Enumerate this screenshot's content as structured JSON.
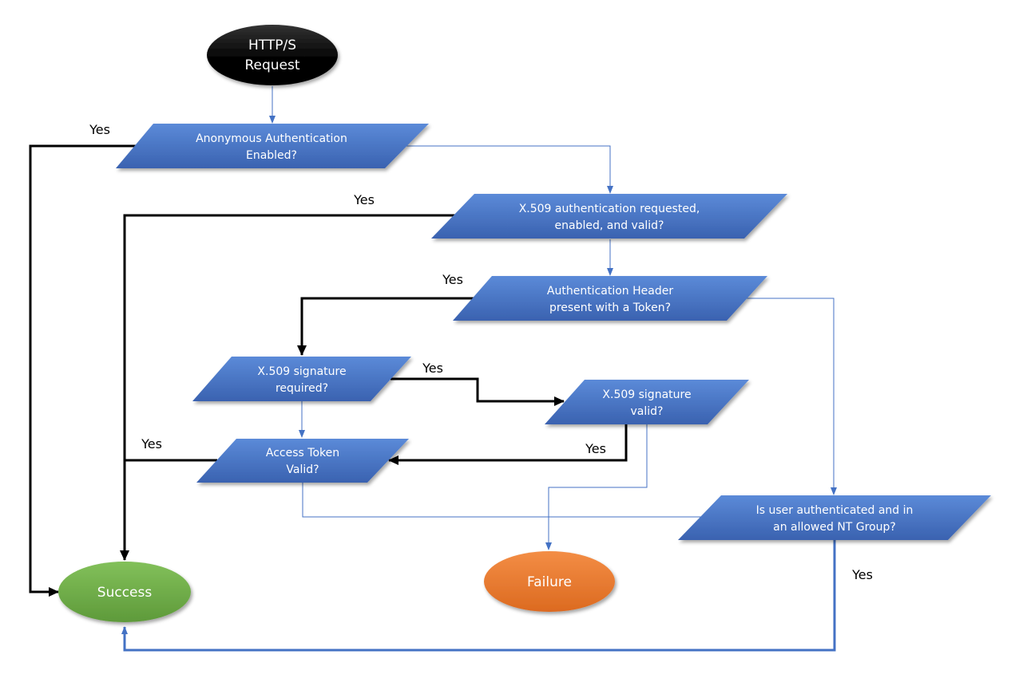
{
  "nodes": {
    "http_request": {
      "lines": [
        "HTTP/S",
        "Request"
      ]
    },
    "anon_auth": {
      "lines": [
        "Anonymous Authentication",
        "Enabled?"
      ]
    },
    "x509_auth": {
      "lines": [
        "X.509 authentication requested,",
        "enabled, and valid?"
      ]
    },
    "auth_header": {
      "lines": [
        "Authentication Header",
        "present with a Token?"
      ]
    },
    "x509_sig_required": {
      "lines": [
        "X.509 signature",
        "required?"
      ]
    },
    "x509_sig_valid": {
      "lines": [
        "X.509 signature",
        "valid?"
      ]
    },
    "access_token": {
      "lines": [
        "Access Token",
        "Valid?"
      ]
    },
    "nt_group": {
      "lines": [
        "Is user authenticated and in",
        "an allowed NT Group?"
      ]
    },
    "success": {
      "lines": [
        "Success"
      ]
    },
    "failure": {
      "lines": [
        "Failure"
      ]
    }
  },
  "edge_labels": {
    "anon_yes": "Yes",
    "x509_yes": "Yes",
    "header_yes": "Yes",
    "sig_required_yes": "Yes",
    "access_yes": "Yes",
    "sig_valid_yes": "Yes",
    "nt_yes": "Yes"
  },
  "colors": {
    "decision_fill": "#4472C4",
    "start_fill": "#000000",
    "success_fill": "#70AD47",
    "failure_fill": "#ED7D31",
    "no_path": "#4472C4",
    "yes_path": "#000000"
  }
}
